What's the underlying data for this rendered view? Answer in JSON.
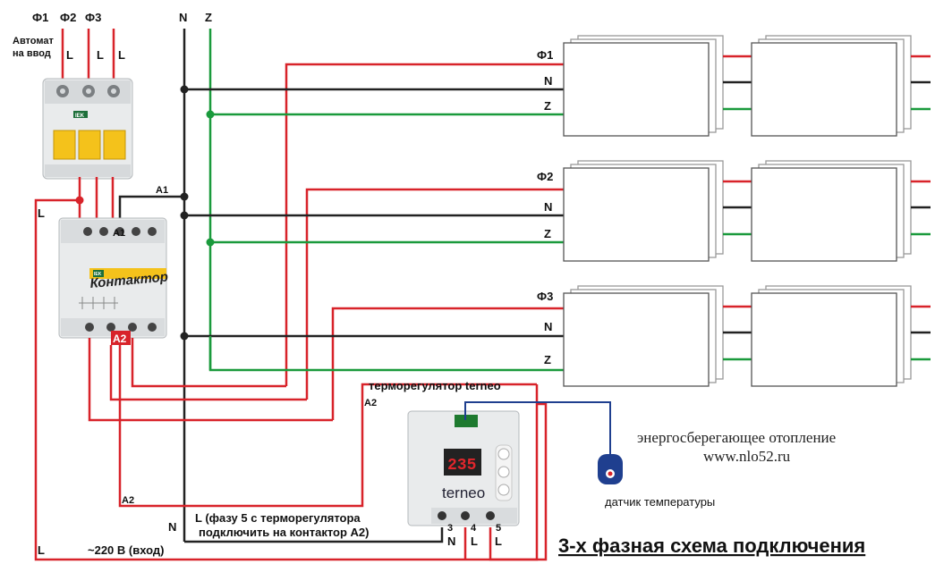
{
  "top_labels": {
    "f1": "Ф1",
    "f2": "Ф2",
    "f3": "Ф3",
    "n": "N",
    "z": "Z"
  },
  "breaker": {
    "title_line1": "Автомат",
    "title_line2": "на ввод",
    "l1": "L",
    "l2": "L",
    "l3": "L",
    "brand": "IEK"
  },
  "contactor": {
    "a1_wire_label": "A1",
    "a1_terminal": "A1",
    "name": "Контактор",
    "brand": "IEK",
    "a2_badge": "A2"
  },
  "groups": [
    {
      "phase": "Ф1",
      "n": "N",
      "z": "Z"
    },
    {
      "phase": "Ф2",
      "n": "N",
      "z": "Z"
    },
    {
      "phase": "Ф3",
      "n": "N",
      "z": "Z"
    }
  ],
  "thermostat": {
    "title": "терморегулятор terneo",
    "a2_label": "A2",
    "display": "235",
    "brand": "terneo",
    "terminal_3": "3",
    "terminal_4": "4",
    "terminal_5": "5",
    "label_n": "N",
    "label_l1": "L",
    "label_l2": "L"
  },
  "notes": {
    "left_l": "L",
    "bottom_l": "L",
    "a2_bottom": "A2",
    "n_bottom": "N",
    "note_line1": "L (фазу 5 с терморегулятора",
    "note_line2": "подключить на контактор A2)",
    "input": "~220 В (вход)"
  },
  "sensor_label": "датчик температуры",
  "ad": {
    "line1": "энергосберегающее отопление",
    "line2": "www.nlo52.ru"
  },
  "footer_title": "3-х фазная схема подключения",
  "colors": {
    "red": "#d8232a",
    "black": "#222222",
    "green": "#1a9a3c",
    "blue": "#1f3f8f"
  }
}
